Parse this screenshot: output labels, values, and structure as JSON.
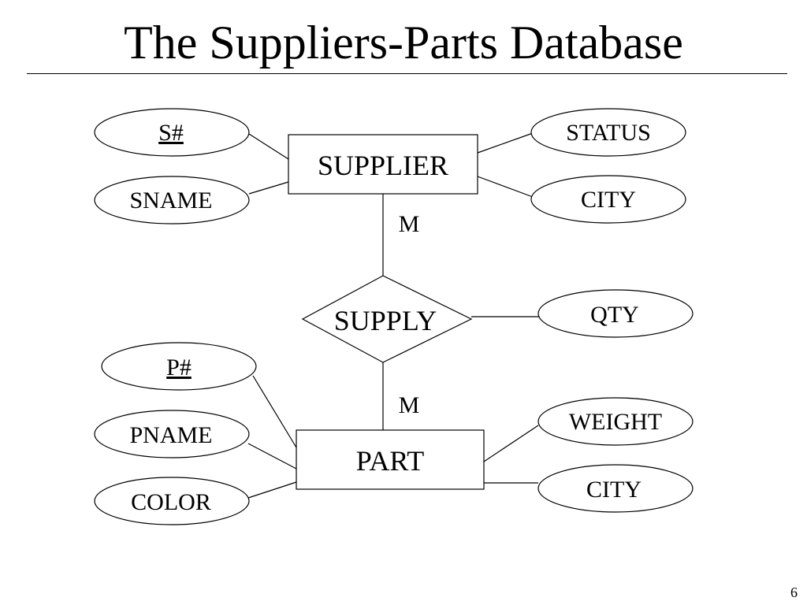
{
  "title": "The Suppliers-Parts Database",
  "page_number": "6",
  "entities": {
    "supplier": "SUPPLIER",
    "part": "PART"
  },
  "relationship": {
    "supply": "SUPPLY"
  },
  "cardinalities": {
    "supplier_side": "M",
    "part_side": "M"
  },
  "attributes": {
    "supplier": {
      "s_no": "S#",
      "sname": "SNAME",
      "status": "STATUS",
      "city": "CITY"
    },
    "supply": {
      "qty": "QTY"
    },
    "part": {
      "p_no": "P#",
      "pname": "PNAME",
      "color": "COLOR",
      "weight": "WEIGHT",
      "city": "CITY"
    }
  }
}
